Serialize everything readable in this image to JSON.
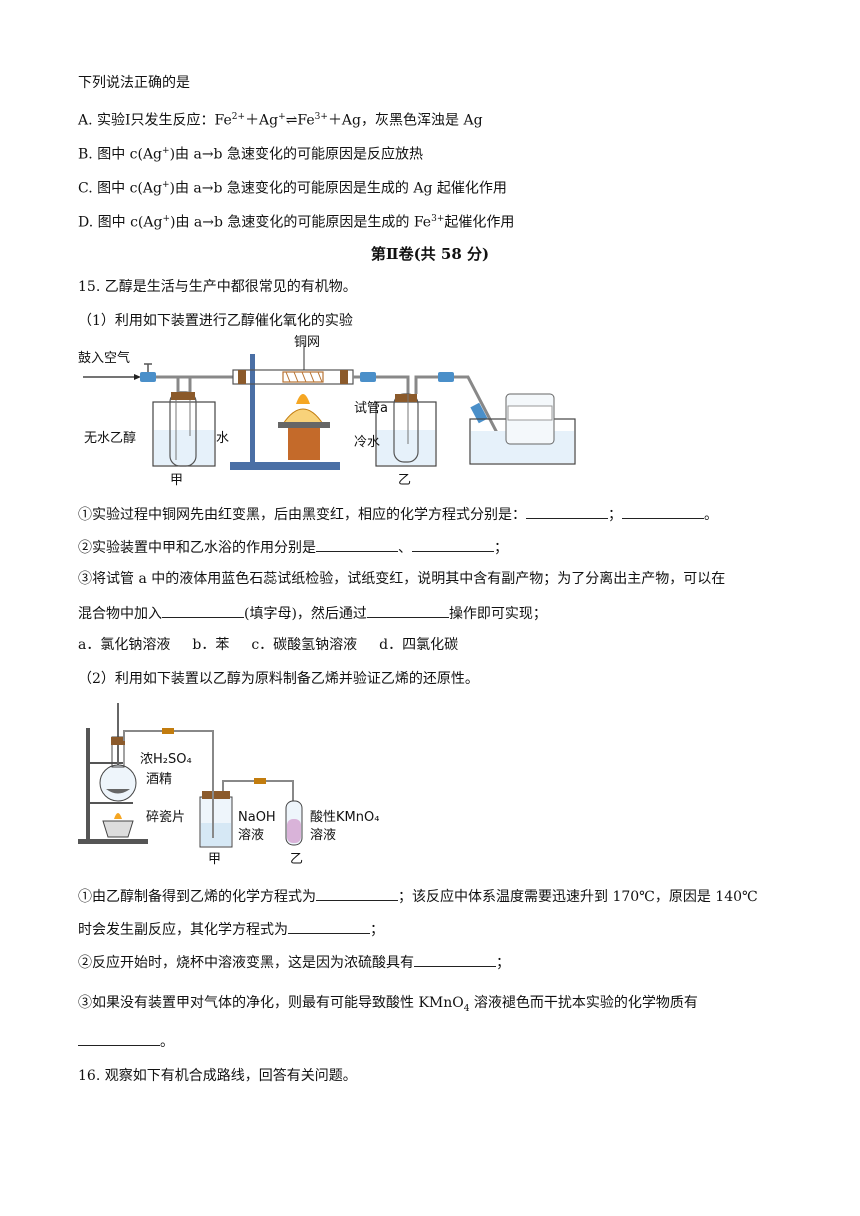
{
  "intro": "下列说法正确的是",
  "q14_options": [
    {
      "prefix": "A. 实验Ⅰ只发生反应：Fe",
      "sup1": "2+",
      "mid1": "＋Ag",
      "sup2": "+",
      "mid2": "⇌Fe",
      "sup3": "3+",
      "tail": "＋Ag，灰黑色浑浊是 Ag"
    },
    {
      "prefix": "B. 图中 c(Ag",
      "sup": "+",
      "tail": ")由 a→b 急速变化的可能原因是反应放热"
    },
    {
      "prefix": "C. 图中 c(Ag",
      "sup": "+",
      "tail": ")由 a→b 急速变化的可能原因是生成的 Ag 起催化作用"
    },
    {
      "prefix": "D. 图中 c(Ag",
      "sup": "+",
      "tail1": ")由 a→b 急速变化的可能原因是生成的 Fe",
      "sup2": "3+",
      "tail2": "起催化作用"
    }
  ],
  "section2_title": "第Ⅱ卷(共 58 分)",
  "q15": {
    "stem": "15. 乙醇是生活与生产中都很常见的有机物。",
    "part1": "（1）利用如下装置进行乙醇催化氧化的实验",
    "fig1_labels": {
      "air": "鼓入空气",
      "copper": "铜网",
      "ethanol": "无水乙醇",
      "water": "水",
      "tube_a": "试管a",
      "cold_water": "冷水",
      "jia": "甲",
      "yi": "乙"
    },
    "p1_q1_a": "①实验过程中铜网先由红变黑，后由黑变红，相应的化学方程式分别是：",
    "p1_q1_b": "；",
    "p1_q1_c": "。",
    "p1_q2_a": "②实验装置中甲和乙水浴的作用分别是",
    "p1_q2_b": "、",
    "p1_q2_c": "；",
    "p1_q3_a": "③将试管 a 中的液体用蓝色石蕊试纸检验，试纸变红，说明其中含有副产物；为了分离出主产物，可以在",
    "p1_q3_b": "混合物中加入",
    "p1_q3_c": "(填字母)，然后通过",
    "p1_q3_d": "操作即可实现；",
    "choices": [
      "a．氯化钠溶液",
      "b．苯",
      "c．碳酸氢钠溶液",
      "d．四氯化碳"
    ],
    "part2": "（2）利用如下装置以乙醇为原料制备乙烯并验证乙烯的还原性。",
    "fig2_labels": {
      "acid": "浓H₂SO₄",
      "alcohol": "酒精",
      "chips": "碎瓷片",
      "naoh": "NaOH",
      "solution1": "溶液",
      "kmno4": "酸性KMnO₄",
      "solution2": "溶液",
      "jia": "甲",
      "yi": "乙"
    },
    "p2_q1_a": "①由乙醇制备得到乙烯的化学方程式为",
    "p2_q1_b": "；该反应中体系温度需要迅速升到 170℃，原因是 140℃",
    "p2_q1_c": "时会发生副反应，其化学方程式为",
    "p2_q1_d": "；",
    "p2_q2_a": "②反应开始时，烧杯中溶液变黑，这是因为浓硫酸具有",
    "p2_q2_b": "；",
    "p2_q3_a": "③如果没有装置甲对气体的净化，则最有可能导致酸性 KMnO",
    "p2_q3_sub": "4",
    "p2_q3_b": " 溶液褪色而干扰本实验的化学物质有",
    "p2_q3_c": "。"
  },
  "q16": "16. 观察如下有机合成路线，回答有关问题。"
}
